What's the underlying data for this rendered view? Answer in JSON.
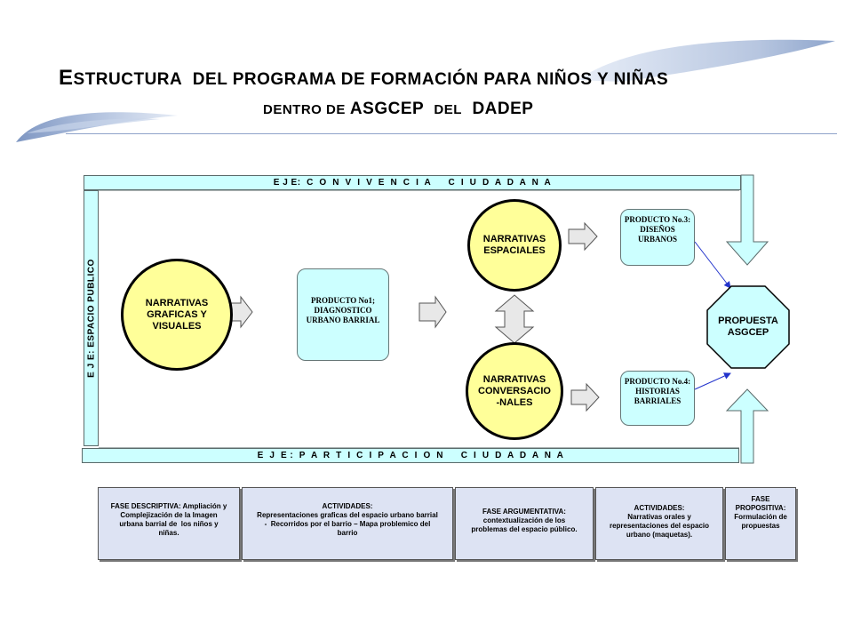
{
  "title": {
    "line1_cap": "E",
    "line1_a": "STRUCTURA",
    "line1_b": "DEL PROGRAMA DE FORMACIÓN PARA NIÑOS Y NIÑAS",
    "line2_a": "DENTRO DE",
    "line2_b": "ASGCEP",
    "line2_c": "DEL",
    "line2_d": "DADEP"
  },
  "bands": {
    "top": "E J E:  C  O  N  V  I  V  E  N  C  I  A      C  I  U  D  A  D  A  N  A",
    "bottom": "E  J  E :  P  A  R  T  I  C  I  P  A  C  I  O  N      C  I  U  D  A  D  A  N  A",
    "left": "E  J  E: ESPACIO PUBLICO"
  },
  "nodes": {
    "narrativas_graficas": "NARRATIVAS\nGRAFICAS Y\nVISUALES",
    "narrativas_espaciales": "NARRATIVAS\nESPACIALES",
    "narrativas_conversacionales": "NARRATIVAS\nCONVERSACIO\n-NALES",
    "producto_1": "PRODUCTO No1;\nDIAGNOSTICO\nURBANO BARRIAL",
    "producto_3": "PRODUCTO No.3:\nDISEÑOS\nURBANOS",
    "producto_4": "PRODUCTO No.4:\nHISTORIAS\nBARRIALES",
    "propuesta": "PROPUESTA\nASGCEP"
  },
  "phases": [
    {
      "text": "FASE DESCRIPTIVA: Ampliación y\nComplejización de la Imagen\nurbana barrial de  los niños y\nniñas."
    },
    {
      "text": "ACTIVIDADES:\nRepresentaciones graficas del espacio urbano barrial\n-  Recorridos por el barrio – Mapa problemico del\nbarrio"
    },
    {
      "text": "FASE ARGUMENTATIVA:\ncontextualización de los\nproblemas del espacio público."
    },
    {
      "text": "ACTIVIDADES:\nNarrativas orales y\nrepresentaciones del espacio\nurbano (maquetas)."
    },
    {
      "text": "FASE\nPROPOSITIVA:\nFormulación de\npropuestas"
    }
  ],
  "colors": {
    "circle_fill": "#ffff99",
    "band_fill": "#ccffff",
    "product_fill": "#ccffff",
    "phase_fill": "#dde3f3",
    "connector": "#2233cc"
  }
}
